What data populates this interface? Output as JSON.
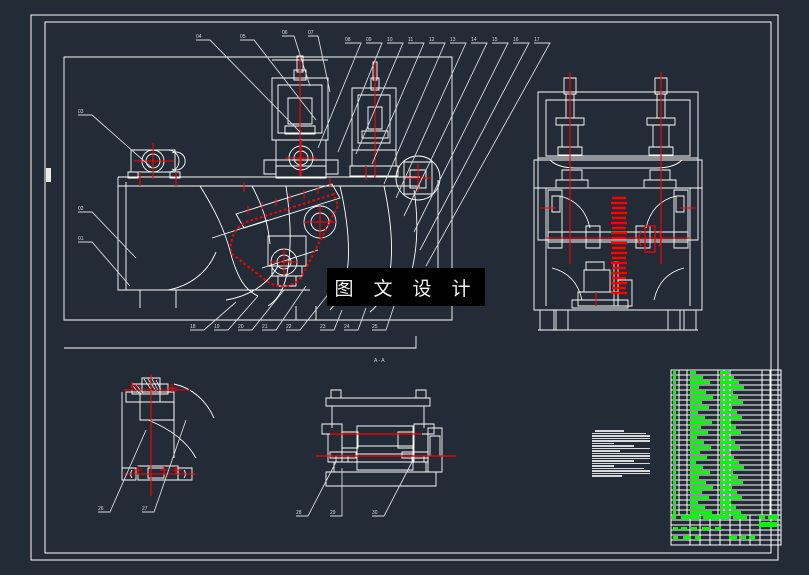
{
  "app": {
    "kind": "cad-drawing",
    "background_color": "#232b36",
    "line_color": "#ffffff",
    "centerline_color": "#ff0000",
    "title_text_color": "#00ff00",
    "note_text_color": "#d6d8dc"
  },
  "watermark": {
    "text": "图 文 设 计",
    "background": "#000000",
    "color": "#f2f2f2"
  },
  "frame": {
    "outer_border": "outer-drawing-border",
    "inner_border": "inner-drawing-border",
    "binding_tick": "binding-edge-tick"
  },
  "views": {
    "main": {
      "name": "main-assembly-view",
      "section_label": "A - A",
      "top_callouts": [
        "04",
        "05",
        "06",
        "07",
        "08",
        "09",
        "10",
        "11",
        "12",
        "13",
        "14",
        "15",
        "16",
        "17"
      ],
      "left_callouts": [
        "03",
        "02",
        "01"
      ],
      "bottom_callouts": [
        "18",
        "19",
        "20",
        "21",
        "22",
        "23",
        "24",
        "25"
      ]
    },
    "front_elevation": {
      "name": "front-elevation-view"
    },
    "detail_left": {
      "name": "bottom-left-detail-view",
      "callouts": [
        "26",
        "27"
      ]
    },
    "detail_center": {
      "name": "bottom-center-roller-detail-view",
      "callouts": [
        "28",
        "29",
        "30"
      ]
    }
  },
  "notes": {
    "name": "technical-requirements-note-block",
    "line_widths": [
      54,
      100,
      108,
      108,
      108,
      40,
      78,
      108,
      52,
      108,
      108,
      108,
      78,
      108,
      40,
      96,
      108,
      108,
      56
    ]
  },
  "title_block": {
    "name": "title-block",
    "parts_table_rows": 30,
    "has_green_text": true
  }
}
